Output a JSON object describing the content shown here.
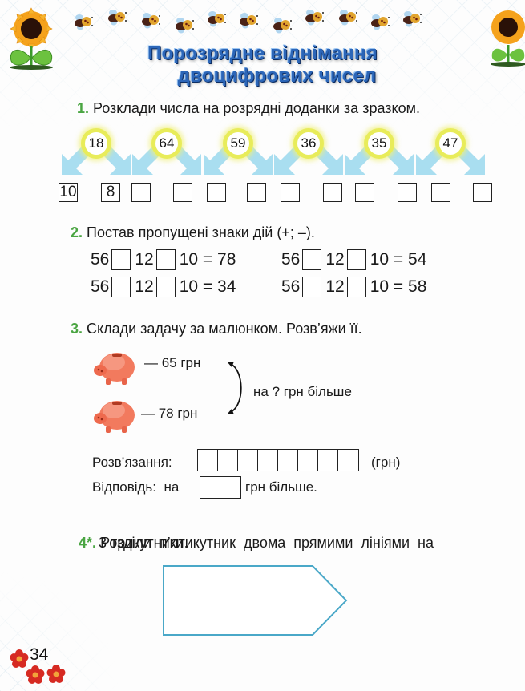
{
  "header": {
    "title_line1": "Порозрядне віднімання",
    "title_line2": "двоцифрових чисел",
    "decorations": [
      "sunflower-icon",
      "bee-icon",
      "sunflower-icon"
    ],
    "bee_count": 11
  },
  "task1": {
    "number": "1.",
    "text": "Розклади числа на розрядні доданки за зразком.",
    "numbers": [
      "18",
      "64",
      "59",
      "36",
      "35",
      "47"
    ],
    "example_answers": [
      "10",
      "8"
    ],
    "answer_boxes": [
      "10",
      "8",
      "",
      "",
      "",
      "",
      "",
      "",
      "",
      "",
      "",
      ""
    ]
  },
  "task2": {
    "number": "2.",
    "text": "Постав пропущені знаки дій (+; –).",
    "equations": [
      {
        "a": "56",
        "b": "12",
        "c": "10",
        "result": "= 78"
      },
      {
        "a": "56",
        "b": "12",
        "c": "10",
        "result": "= 54"
      },
      {
        "a": "56",
        "b": "12",
        "c": "10",
        "result": "= 34"
      },
      {
        "a": "56",
        "b": "12",
        "c": "10",
        "result": "= 58"
      }
    ]
  },
  "task3": {
    "number": "3.",
    "text": "Склади задачу за малюнком. Розв’яжи її.",
    "piggy1": "— 65 грн",
    "piggy2": "— 78 грн",
    "comparison": "на ? грн більше",
    "solution_label": "Розв’язання:",
    "solution_unit": "(грн)",
    "solution_cells": 8,
    "answer_label": "Відповідь:  на",
    "answer_suffix": "грн більше.",
    "answer_cells": 2
  },
  "task4": {
    "number": "4*.",
    "text_line1": "Розділи  п’ятикутник  двома  прямими  лініями  на",
    "text_line2": "3 трикутники."
  },
  "footer": {
    "page_number": "34"
  },
  "colors": {
    "title": "#2c66b8",
    "task_number": "#4aa542",
    "pentagon_stroke": "#4aa8c8",
    "bubble_ring": "#e8ec5a",
    "arrow": "#a9def0"
  }
}
